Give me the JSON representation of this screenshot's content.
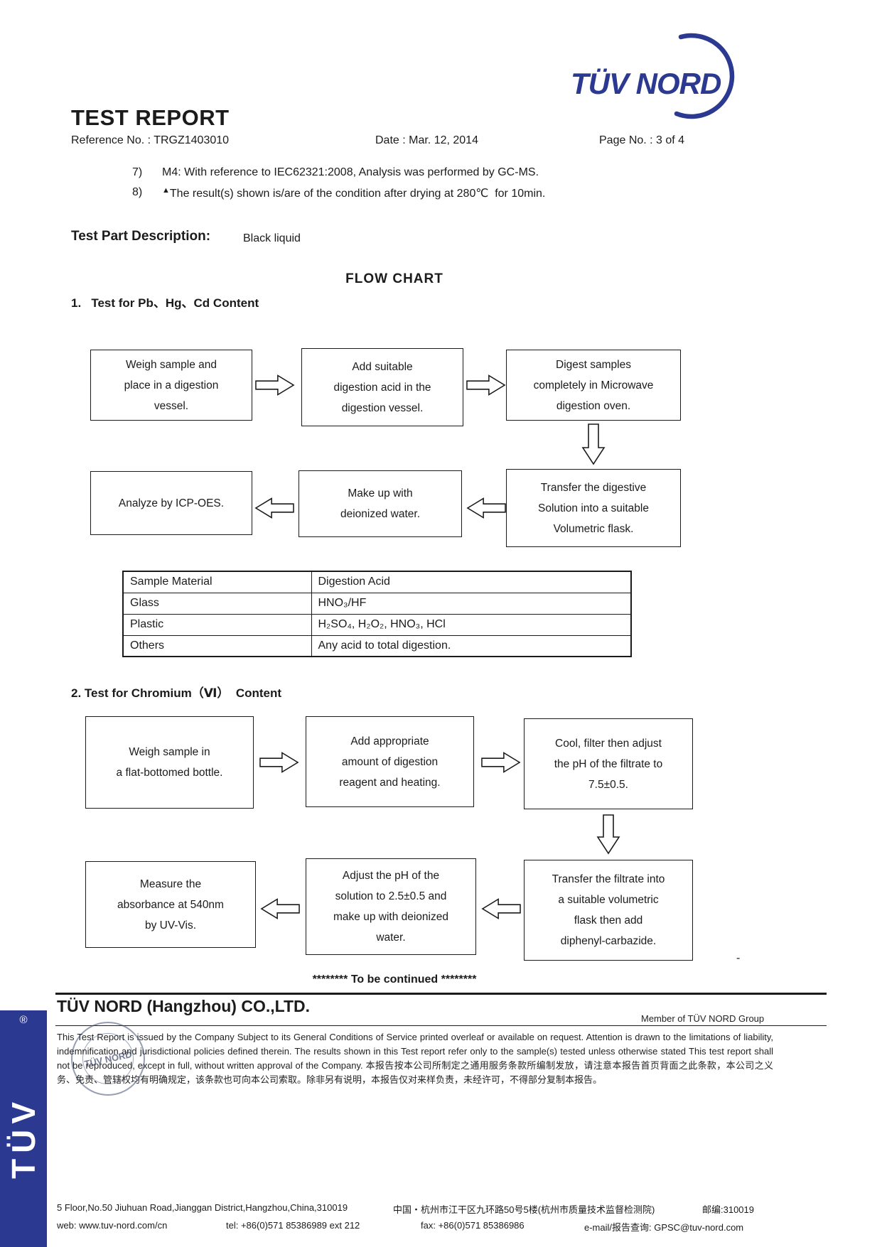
{
  "logo": {
    "text": "TÜV NORD",
    "brand_color": "#2b3990"
  },
  "page": {
    "title": "TEST REPORT",
    "reference": "Reference No. : TRGZ1403010",
    "date": "Date : Mar. 12, 2014",
    "page_no": "Page No. : 3 of 4"
  },
  "notes": [
    {
      "num": "7)",
      "text": "M4: With reference to IEC62321:2008, Analysis was performed by GC-MS."
    },
    {
      "num": "8)",
      "marker": "▲",
      "text": "The result(s) shown is/are of the condition after drying at 280℃  for 10min."
    }
  ],
  "test_part": {
    "label": "Test Part Description:",
    "value": "Black liquid"
  },
  "flow_chart_heading": "FLOW CHART",
  "section1": {
    "heading": "1.   Test for Pb、Hg、Cd Content",
    "row1": [
      "Weigh sample and\nplace in a digestion\nvessel.",
      "Add suitable\ndigestion acid in the\ndigestion vessel.",
      "Digest samples\ncompletely in Microwave\ndigestion oven."
    ],
    "row2": [
      "Analyze by ICP-OES.",
      "Make up with\ndeionized water.",
      "Transfer the digestive\nSolution into a suitable\nVolumetric flask."
    ]
  },
  "acid_table": {
    "rows": [
      [
        "Sample Material",
        "Digestion Acid"
      ],
      [
        "Glass",
        "HNO₃/HF"
      ],
      [
        "Plastic",
        "H₂SO₄, H₂O₂, HNO₃, HCl"
      ],
      [
        "Others",
        "Any acid to total digestion."
      ]
    ]
  },
  "section2": {
    "heading": "2. Test for Chromium（Ⅵ）  Content",
    "row1": [
      "Weigh sample in\na flat-bottomed bottle.",
      "Add appropriate\namount of digestion\nreagent and heating.",
      "Cool, filter then adjust\nthe pH of the filtrate to\n7.5±0.5."
    ],
    "row2": [
      "Measure the\nabsorbance at 540nm\nby UV-Vis.",
      "Adjust the pH of the\nsolution to 2.5±0.5 and\nmake up with deionized\nwater.",
      "Transfer the filtrate into\na suitable volumetric\nflask then add\ndiphenyl-carbazide."
    ]
  },
  "continued": "******** To be continued ********",
  "stray_dash": "-",
  "footer": {
    "company": "TÜV NORD (Hangzhou) CO.,LTD.",
    "member": "Member of TÜV NORD Group",
    "legal_en": "This Test Report is issued by the Company Subject to its General Conditions of Service printed overleaf or available on request. Attention is drawn to the limitations of liability, indemnification and jurisdictional policies defined therein. The results shown in this Test report refer only to the sample(s) tested unless otherwise stated This test report shall not be reproduced, except in full, without written approval of the Company.",
    "legal_cn": "本报告按本公司所制定之通用服务条款所编制发放，请注意本报告首页背面之此条款，本公司之义务、免责、管辖权均有明确规定，该条款也可向本公司索取。除非另有说明，本报告仅对来样负责，未经许可，不得部分复制本报告。",
    "address_en": "5 Floor,No.50 Jiuhuan Road,Jianggan District,Hangzhou,China,310019",
    "address_cn": "中国・杭州市江干区九环路50号5楼(杭州市质量技术监督检测院)",
    "postcode": "邮编:310019",
    "web": "web: www.tuv-nord.com/cn",
    "tel": "tel: +86(0)571 85386989 ext 212",
    "fax": "fax: +86(0)571 85386986",
    "email": "e-mail/报告查询: GPSC@tuv-nord.com",
    "side_mark": "TÜV",
    "reg_mark": "®",
    "stamp_text": "TÜV NORD"
  }
}
